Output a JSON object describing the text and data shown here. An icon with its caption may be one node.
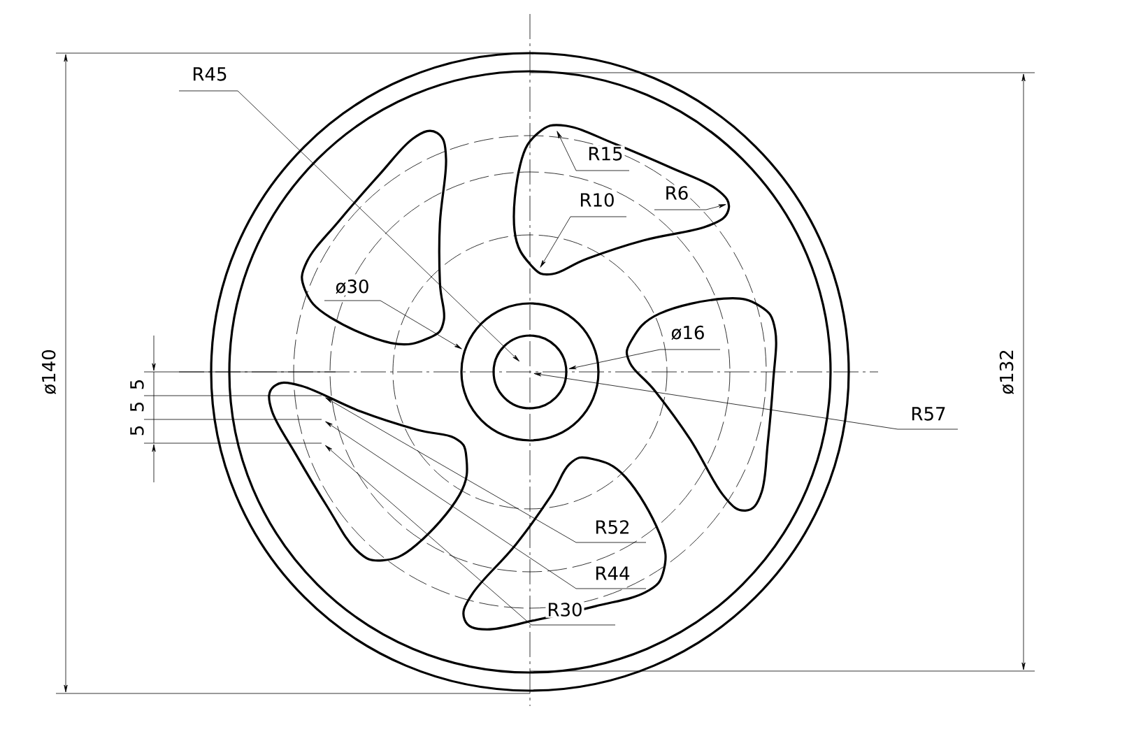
{
  "diagram": {
    "labels": [
      "R45",
      "R15",
      "R6",
      "R10",
      "ø30",
      "ø16",
      "ø140",
      "ø132",
      "5",
      "5",
      "5",
      "R57",
      "R52",
      "R44",
      "R30"
    ]
  }
}
